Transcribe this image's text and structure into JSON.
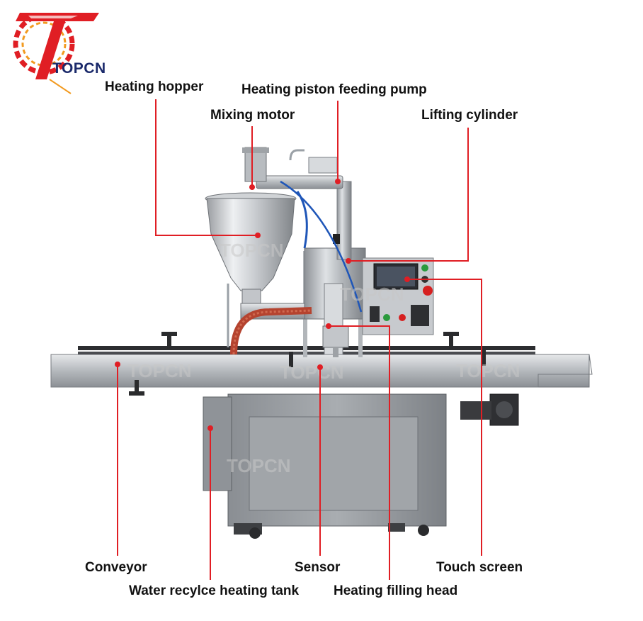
{
  "brand": {
    "logo_text": "TOPCN",
    "watermark": "TOPCN"
  },
  "colors": {
    "accent": "#e01e24",
    "brand_blue": "#1b2a6b",
    "steel": "#b9bcc0"
  },
  "labels": {
    "heating_hopper": "Heating hopper",
    "heating_piston_pump": "Heating piston feeding pump",
    "mixing_motor": "Mixing motor",
    "lifting_cylinder": "Lifting cylinder",
    "conveyor": "Conveyor",
    "sensor": "Sensor",
    "touch_screen": "Touch screen",
    "water_tank": "Water recylce heating tank",
    "filling_head": "Heating filling head"
  }
}
